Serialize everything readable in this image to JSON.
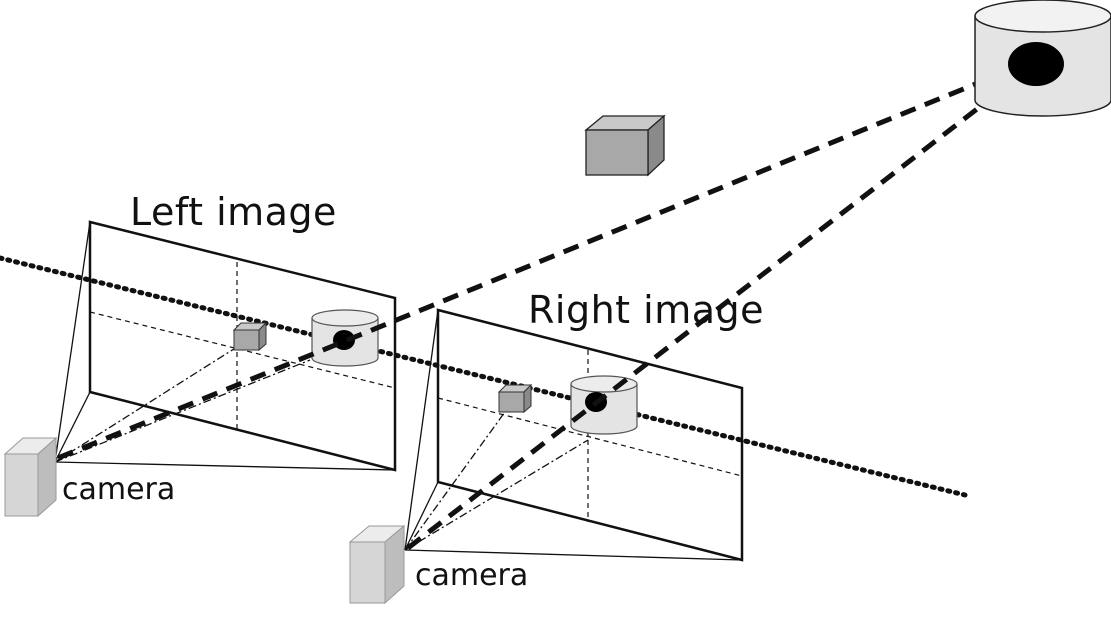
{
  "labels": {
    "left_image": "Left image",
    "right_image": "Right image",
    "left_camera": "camera",
    "right_camera": "camera"
  },
  "colors": {
    "line": "#111111",
    "box_face": "#a8a8a8",
    "box_top": "#c9c9c9",
    "box_side": "#8a8a8a",
    "cylinder_fill": "#e4e4e4",
    "camera_front": "#d6d6d6",
    "camera_top": "#ececec",
    "camera_side": "#bdbdbd"
  },
  "icons": {
    "world_cylinder": "cylinder-with-target-spot",
    "world_box": "gray-cube",
    "camera": "camera-box"
  }
}
